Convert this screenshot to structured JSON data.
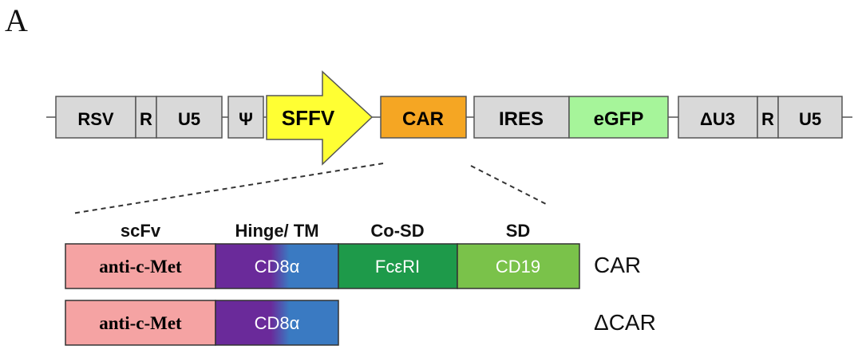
{
  "figure": {
    "panel_label": "A",
    "vector": {
      "elements": [
        "RSV",
        "R",
        "U5",
        "Ψ",
        "SFFV",
        "CAR",
        "IRES",
        "eGFP",
        "ΔU3",
        "R",
        "U5"
      ]
    },
    "domains": {
      "headers": [
        "scFv",
        "Hinge/ TM",
        "Co-SD",
        "SD"
      ],
      "rows": [
        {
          "label": "CAR",
          "segments": [
            "anti-c-Met",
            "CD8α",
            "FcεRI",
            "CD19"
          ]
        },
        {
          "label": "ΔCAR",
          "segments": [
            "anti-c-Met",
            "CD8α"
          ]
        }
      ]
    },
    "colors": {
      "gray_box": "#d9d9d9",
      "sffv_arrow": "#ffff33",
      "car_box": "#f5a623",
      "egfp_box": "#a6f59a",
      "scfv": "#f5a3a3",
      "cd8_start": "#6a2a9a",
      "cd8_end": "#3a7ac2",
      "fceri": "#1e9a4a",
      "cd19": "#7ac24a"
    }
  }
}
